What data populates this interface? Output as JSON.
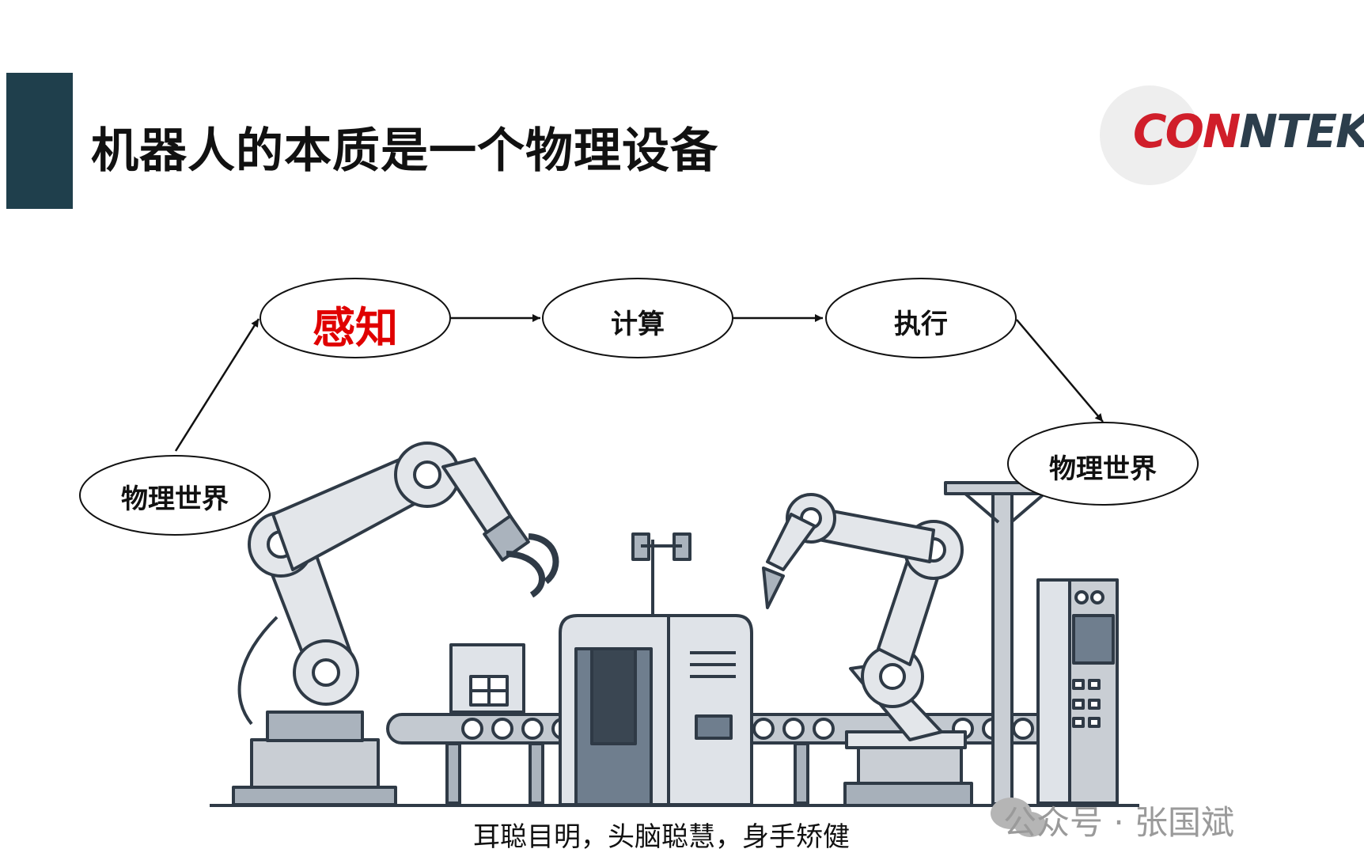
{
  "header": {
    "title": "机器人的本质是一个物理设备",
    "logo_part1": "CON",
    "logo_part2": "NTEK"
  },
  "flow": {
    "start": "物理世界",
    "step1": "感知",
    "step2": "计算",
    "step3": "执行",
    "end": "物理世界"
  },
  "caption": "耳聪目明，头脑聪慧，身手矫健",
  "watermark": {
    "text": "公众号 · 张国斌",
    "icon": "wechat-icon"
  },
  "colors": {
    "title_bar": "#1f3f4c",
    "highlight": "#e00000",
    "logo_red": "#d01e2a",
    "logo_dark": "#2c3e4c",
    "machine": "#6f7e8e"
  }
}
